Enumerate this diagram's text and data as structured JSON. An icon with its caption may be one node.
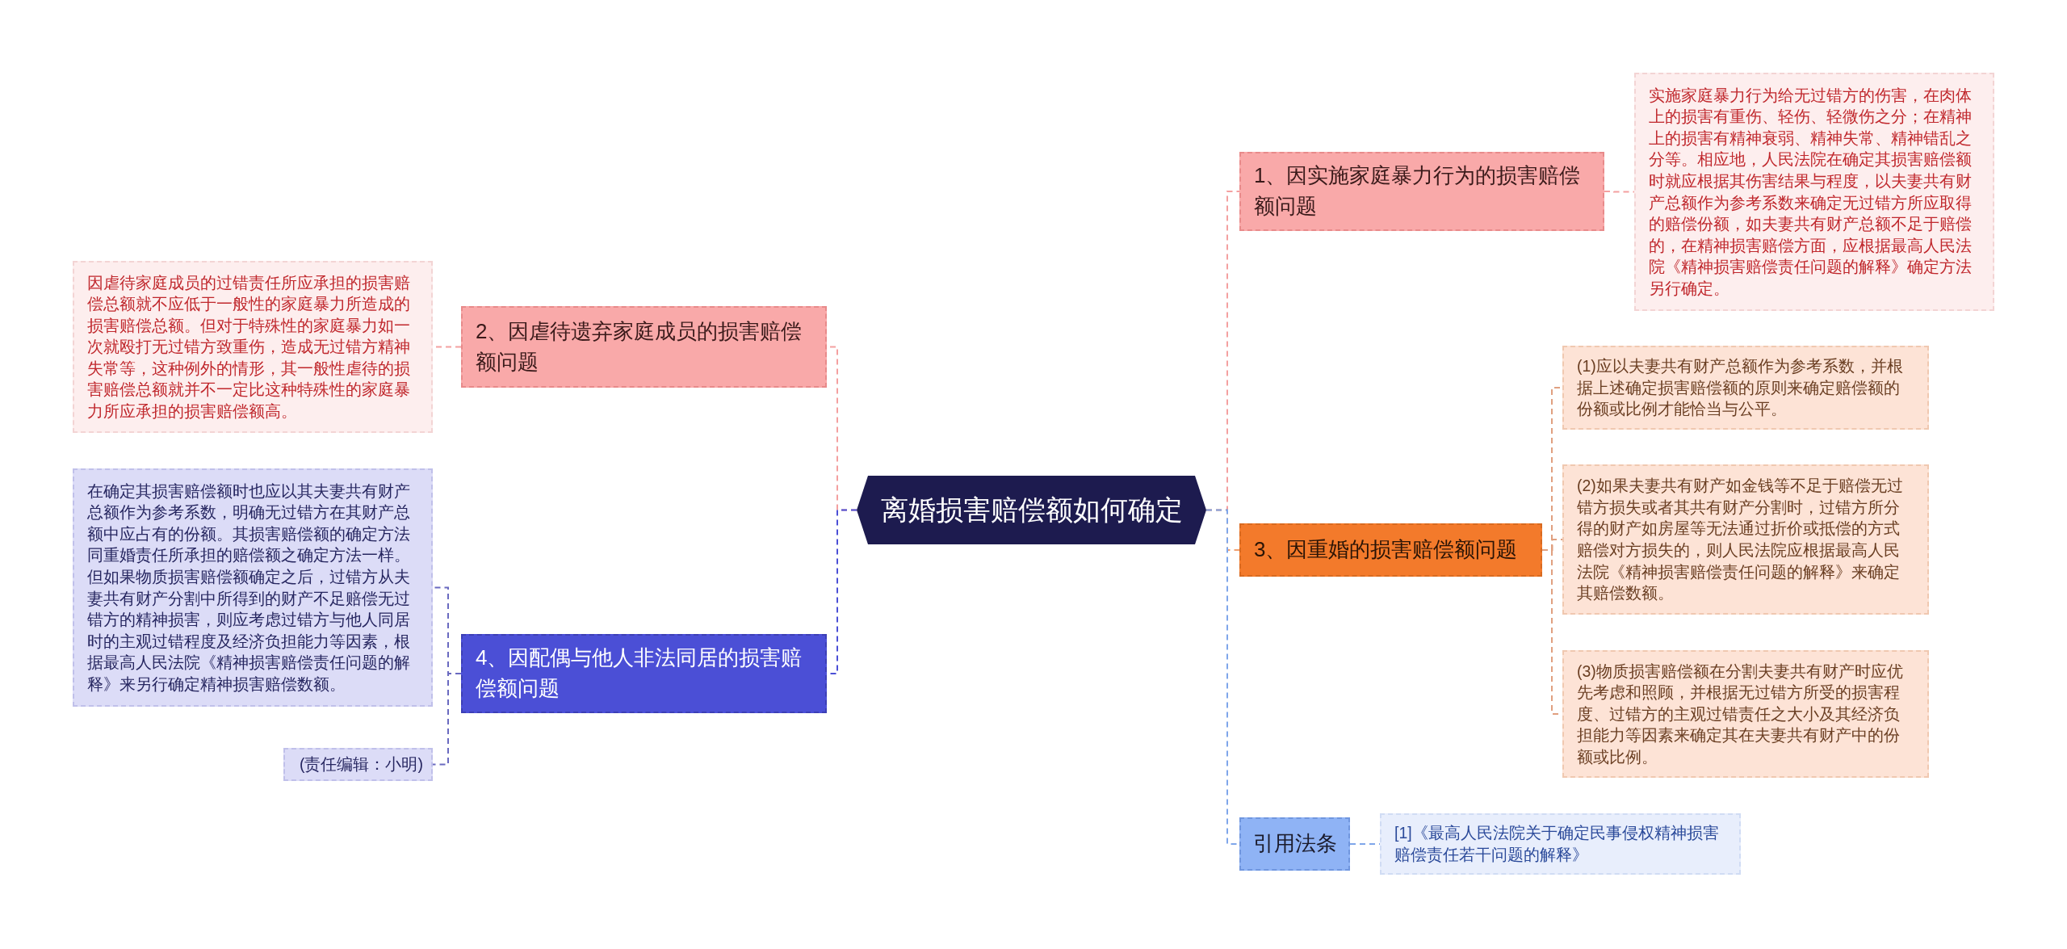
{
  "diagram": {
    "nodes": [
      {
        "text": [
          "离婚损害赔偿额如何确定"
        ]
      },
      {
        "text": [
          "1、因实施家庭暴力行为的损害赔偿额问题"
        ]
      },
      {
        "text": [
          "实施家庭暴力行为给无过错方的伤害，在肉体上的损害有重伤、轻伤、轻微伤之分；在精神上的损害有精神衰弱、精神失常、精神错乱之分等。相应地，人民法院在确定其损害赔偿额时就应根据其伤害结果与程度，以夫妻共有财产总额作为参考系数来确定无过错方所应取得的赔偿份额，如夫妻共有财产总额不足于赔偿的，在精神损害赔偿方面，应根据最高人民法院《精神损害赔偿责任问题的解释》确定方法另行确定。"
        ]
      },
      {
        "text": [
          "2、因虐待遗弃家庭成员的损害赔偿额问题"
        ]
      },
      {
        "text": [
          "因虐待家庭成员的过错责任所应承担的损害赔偿总额就不应低于一般性的家庭暴力所造成的损害赔偿总额。但对于特殊性的家庭暴力如一次就殴打无过错方致重伤，造成无过错方精神失常等，这种例外的情形，其一般性虐待的损害赔偿总额就并不一定比这种特殊性的家庭暴力所应承担的损害赔偿额高。"
        ]
      },
      {
        "text": [
          "3、因重婚的损害赔偿额问题"
        ]
      },
      {
        "text": [
          "(1)应以夫妻共有财产总额作为参考系数，并根据上述确定损害赔偿额的原则来确定赔偿额的份额或比例才能恰当与公平。"
        ]
      },
      {
        "text": [
          "(2)如果夫妻共有财产如金钱等不足于赔偿无过错方损失或者其共有财产分割时，过错方所分得的财产如房屋等无法通过折价或抵偿的方式赔偿对方损失的，则人民法院应根据最高人民法院《精神损害赔偿责任问题的解释》来确定其赔偿数额。"
        ]
      },
      {
        "text": [
          "(3)物质损害赔偿额在分割夫妻共有财产时应优先考虑和照顾，并根据无过错方所受的损害程度、过错方的主观过错责任之大小及其经济负担能力等因素来确定其在夫妻共有财产中的份额或比例。"
        ]
      },
      {
        "text": [
          "4、因配偶与他人非法同居的损害赔偿额问题"
        ]
      },
      {
        "text": [
          "在确定其损害赔偿额时也应以其夫妻共有财产总额作为参考系数，明确无过错方在其财产总额中应占有的份额。其损害赔偿额的确定方法同重婚责任所承担的赔偿额之确定方法一样。但如果物质损害赔偿额确定之后，过错方从夫妻共有财产分割中所得到的财产不足赔偿无过错方的精神损害，则应考虑过错方与他人同居时的主观过错程度及经济负担能力等因素，根据最高人民法院《精神损害赔偿责任问题的解释》来另行确定精神损害赔偿数额。"
        ]
      },
      {
        "text": [
          "(责任编辑：小明)"
        ]
      },
      {
        "text": [
          "引用法条"
        ]
      },
      {
        "text": [
          "[1]《最高人民法院关于确定民事侵权精神损害赔偿责任若干问题的解释》"
        ]
      }
    ],
    "edges": [
      {
        "from": 0,
        "to": 1,
        "arrow": "none",
        "color": "#f4a0a0"
      },
      {
        "from": 1,
        "to": 2,
        "arrow": "none",
        "color": "#f4a0a0"
      },
      {
        "from": 0,
        "to": 3,
        "arrow": "none",
        "color": "#f4a0a0"
      },
      {
        "from": 3,
        "to": 4,
        "arrow": "none",
        "color": "#f4a0a0"
      },
      {
        "from": 0,
        "to": 5,
        "arrow": "none",
        "color": "#f0a070"
      },
      {
        "from": 5,
        "to": 6,
        "arrow": "none",
        "color": "#e0a080"
      },
      {
        "from": 5,
        "to": 7,
        "arrow": "none",
        "color": "#e0a080"
      },
      {
        "from": 5,
        "to": 8,
        "arrow": "none",
        "color": "#e0a080"
      },
      {
        "from": 0,
        "to": 9,
        "arrow": "none",
        "color": "#4b4fd6"
      },
      {
        "from": 9,
        "to": 10,
        "arrow": "none",
        "color": "#6a6ac0"
      },
      {
        "from": 9,
        "to": 11,
        "arrow": "none",
        "color": "#6a6ac0"
      },
      {
        "from": 0,
        "to": 12,
        "arrow": "none",
        "color": "#7fa6ea"
      },
      {
        "from": 12,
        "to": 13,
        "arrow": "none",
        "color": "#7fa6ea"
      }
    ]
  }
}
